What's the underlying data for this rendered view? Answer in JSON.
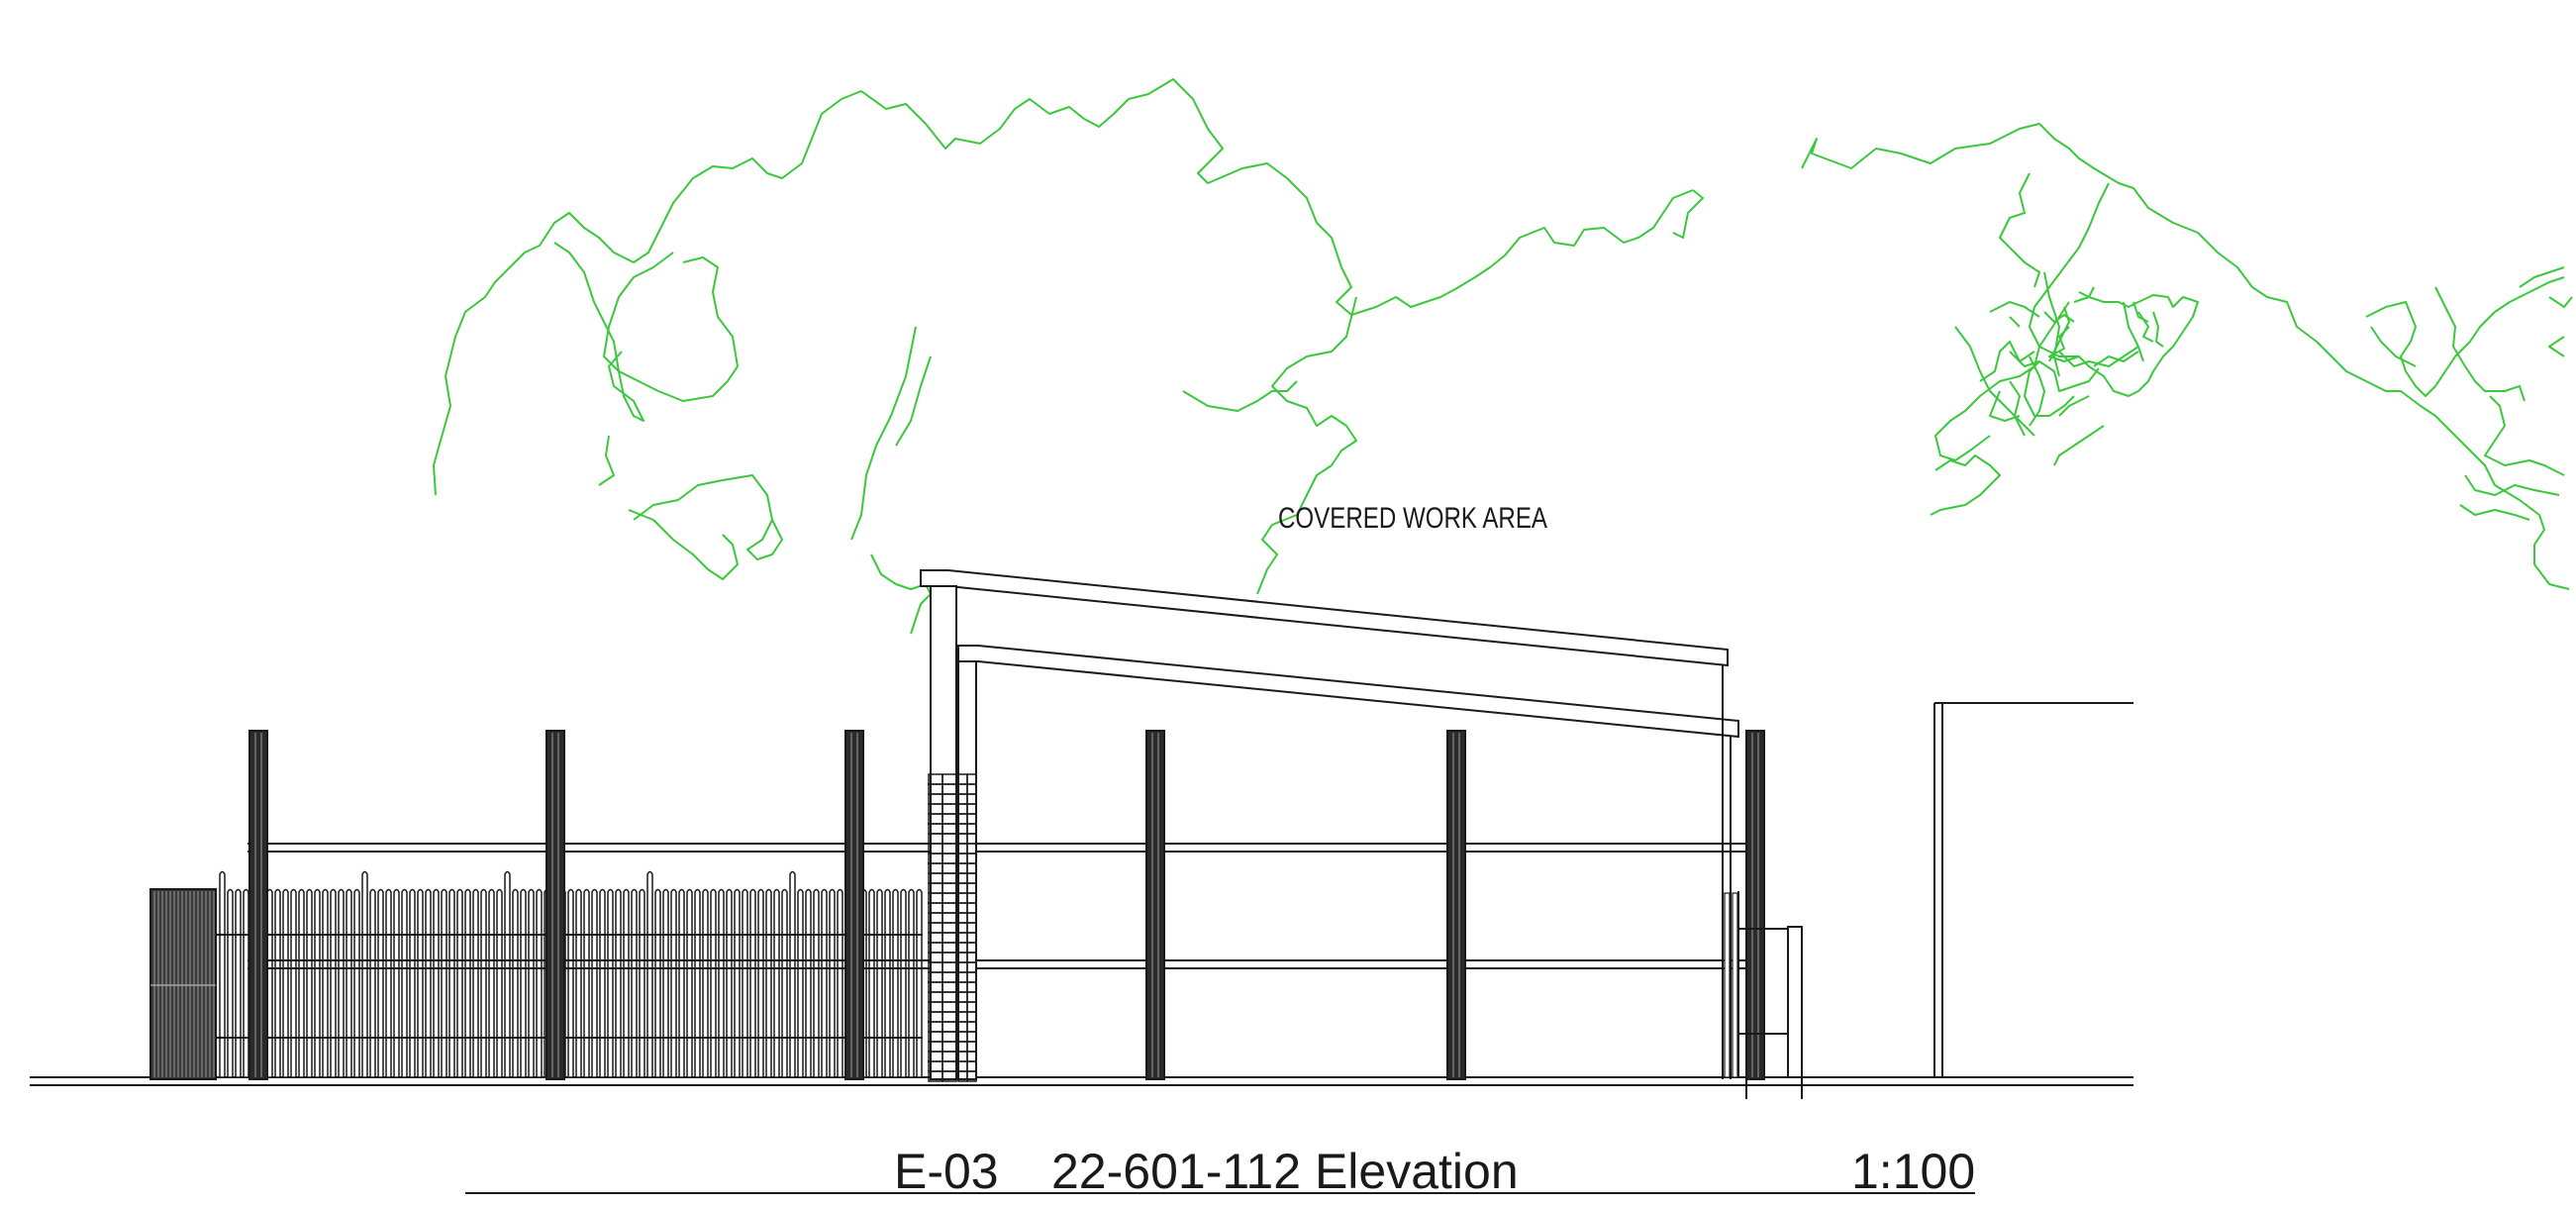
{
  "annotation": {
    "text": "COVERED WORK AREA"
  },
  "title_block": {
    "drawing_number": "E-03",
    "drawing_title": "22-601-112 Elevation",
    "scale": "1:100"
  },
  "colors": {
    "line": "#1a1a1a",
    "vegetation": "#3cc83c",
    "fill_dark": "#222222",
    "background": "#ffffff"
  }
}
